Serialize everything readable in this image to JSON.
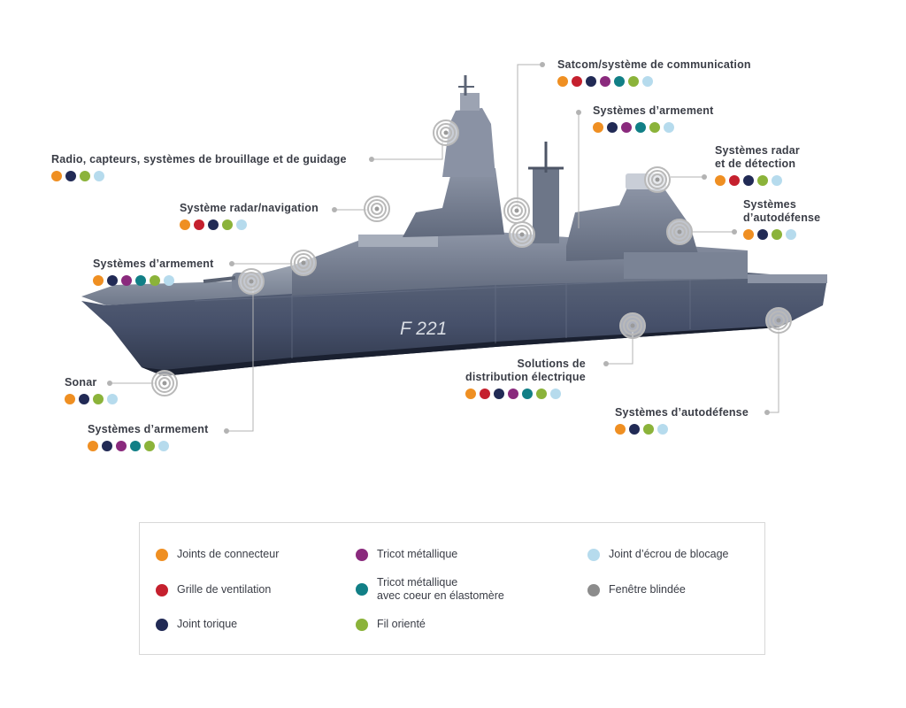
{
  "hull_number": "F 221",
  "colors": {
    "orange": "#ef8f22",
    "red": "#c5202e",
    "navy": "#212a55",
    "purple": "#8a2a7d",
    "teal": "#117f86",
    "green": "#8bb33a",
    "lightblue": "#b6dbed",
    "gray": "#8c8c8c"
  },
  "callouts": [
    {
      "id": "satcom",
      "lines": [
        "Satcom/système de communication"
      ],
      "dots": [
        "orange",
        "red",
        "navy",
        "purple",
        "teal",
        "green",
        "lightblue"
      ]
    },
    {
      "id": "armement-top",
      "lines": [
        "Systèmes d’armement"
      ],
      "dots": [
        "orange",
        "navy",
        "purple",
        "teal",
        "green",
        "lightblue"
      ]
    },
    {
      "id": "radar-detection",
      "lines": [
        "Systèmes radar",
        "et de détection"
      ],
      "dots": [
        "orange",
        "red",
        "navy",
        "green",
        "lightblue"
      ]
    },
    {
      "id": "autodefense-top",
      "lines": [
        "Systèmes",
        "d’autodéfense"
      ],
      "dots": [
        "orange",
        "navy",
        "green",
        "lightblue"
      ]
    },
    {
      "id": "radio",
      "lines": [
        "Radio, capteurs, systèmes de brouillage et de guidage"
      ],
      "dots": [
        "orange",
        "navy",
        "green",
        "lightblue"
      ]
    },
    {
      "id": "radar-nav",
      "lines": [
        "Système radar/navigation"
      ],
      "dots": [
        "orange",
        "red",
        "navy",
        "green",
        "lightblue"
      ]
    },
    {
      "id": "armement-mid",
      "lines": [
        "Systèmes d’armement"
      ],
      "dots": [
        "orange",
        "navy",
        "purple",
        "teal",
        "green",
        "lightblue"
      ]
    },
    {
      "id": "sonar",
      "lines": [
        "Sonar"
      ],
      "dots": [
        "orange",
        "navy",
        "green",
        "lightblue"
      ]
    },
    {
      "id": "armement-bottom",
      "lines": [
        "Systèmes d’armement"
      ],
      "dots": [
        "orange",
        "navy",
        "purple",
        "teal",
        "green",
        "lightblue"
      ]
    },
    {
      "id": "distribution",
      "lines": [
        "Solutions de",
        "distribution électrique"
      ],
      "dots": [
        "orange",
        "red",
        "navy",
        "purple",
        "teal",
        "green",
        "lightblue"
      ]
    },
    {
      "id": "autodefense-bottom",
      "lines": [
        "Systèmes d’autodéfense"
      ],
      "dots": [
        "orange",
        "navy",
        "green",
        "lightblue"
      ]
    }
  ],
  "legend": [
    {
      "color": "orange",
      "lines": [
        "Joints de connecteur"
      ]
    },
    {
      "color": "red",
      "lines": [
        "Grille de ventilation"
      ]
    },
    {
      "color": "navy",
      "lines": [
        "Joint torique"
      ]
    },
    {
      "color": "purple",
      "lines": [
        "Tricot métallique"
      ]
    },
    {
      "color": "teal",
      "lines": [
        "Tricot métallique",
        "avec coeur en élastomère"
      ]
    },
    {
      "color": "green",
      "lines": [
        "Fil orienté"
      ]
    },
    {
      "color": "lightblue",
      "lines": [
        "Joint d’écrou de blocage"
      ]
    },
    {
      "color": "gray",
      "lines": [
        "Fenêtre blindée"
      ]
    }
  ]
}
